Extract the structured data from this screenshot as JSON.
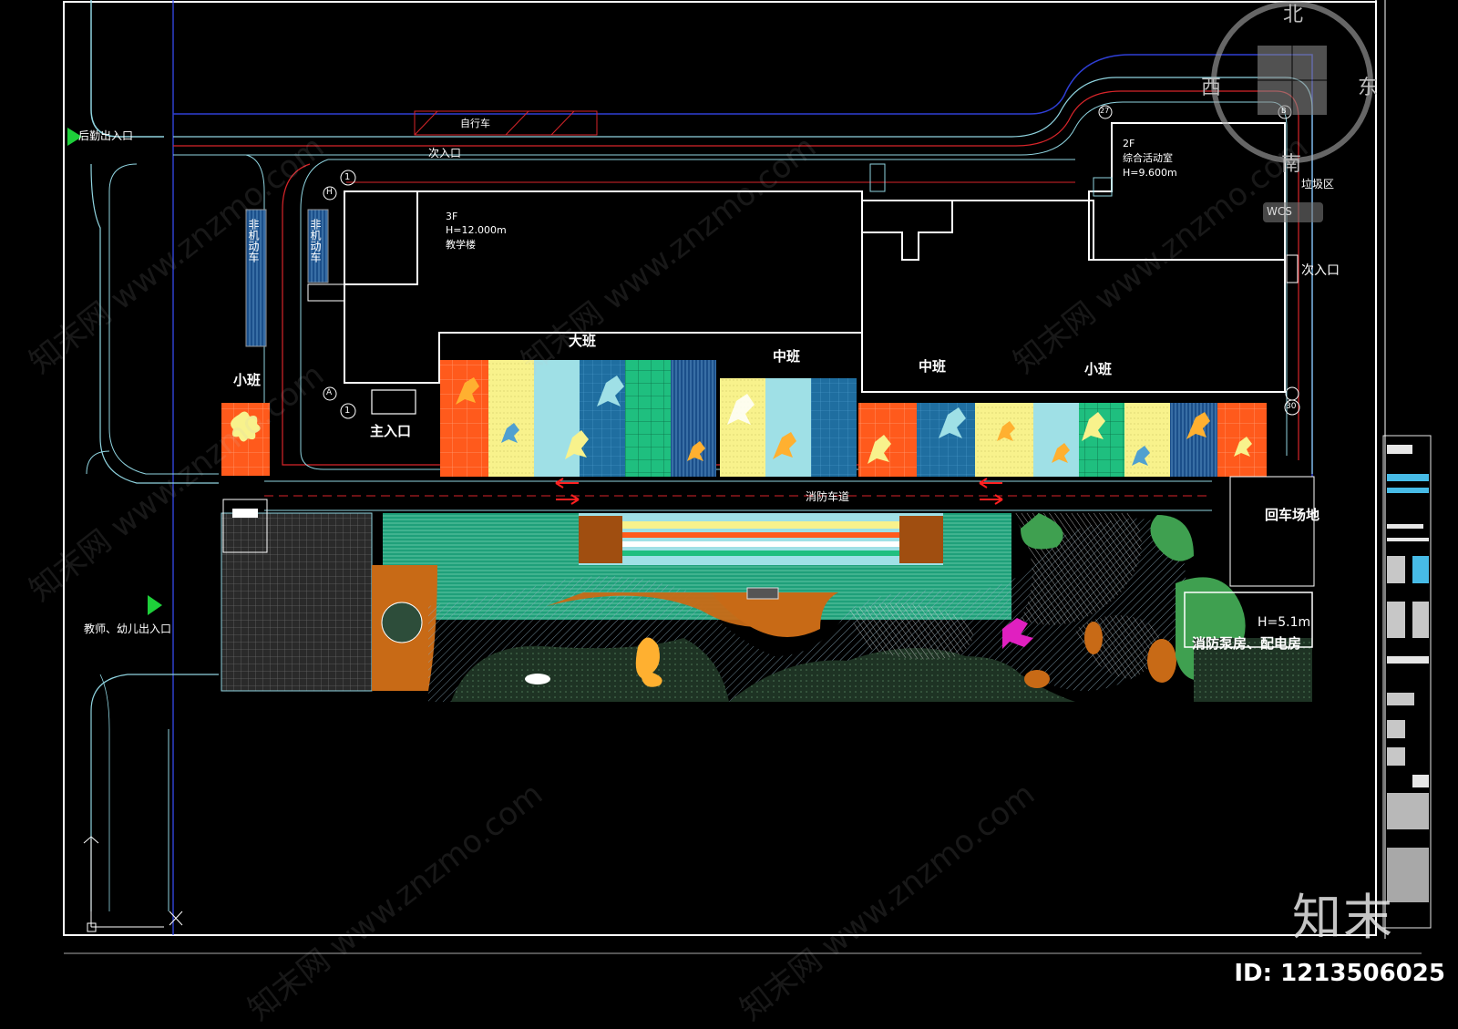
{
  "labels": {
    "rear_entrance": "后勤出入口",
    "secondary_entrance_top": "次入口",
    "secondary_entrance_right": "次入口",
    "main_entrance": "主入口",
    "teacher_child_entrance": "教师、幼儿出入口",
    "fire_lane": "消防车道",
    "turnaround": "回车场地",
    "pump_room": "消防泵房、配电房",
    "pump_room_height": "H=5.1m",
    "bike_parking": "自行车",
    "parking_left": "非机动车",
    "parking_right": "非机动车",
    "garbage": "垃圾区",
    "class_small_left": "小班",
    "class_large": "大班",
    "class_middle_1": "中班",
    "class_middle_2": "中班",
    "class_small_right": "小班",
    "building_main_floors": "3F",
    "building_main_height": "H=12.000m",
    "building_main_name": "教学楼",
    "building_ne_floors": "2F",
    "building_ne_name": "综合活动室",
    "building_ne_height": "H=9.600m",
    "axis_1_top": "1",
    "axis_1_bottom": "1",
    "axis_h": "H",
    "axis_a": "A",
    "axis_30": "30",
    "axis_27": "27",
    "axis_b": "B"
  },
  "compass": {
    "north": "北",
    "south": "南",
    "east": "东",
    "west": "西",
    "wcs": "WCS"
  },
  "watermark": {
    "text": "知末网 www.znzmo.com",
    "brand": "知末",
    "id": "ID: 1213506025"
  },
  "colors": {
    "background": "#000000",
    "line_white": "#ffffff",
    "line_red": "#d8252a",
    "line_blue": "#2f3fd6",
    "line_cyan": "#8fd4e0",
    "flag_green": "#1ecf3a",
    "orange": "#ff5a1c",
    "yellow": "#f8f28c",
    "light_blue": "#9fe0e6",
    "dark_teal": "#1f6ea0",
    "green": "#1fbf7f",
    "navy": "#1b4f8a",
    "brown_orange": "#c86a16",
    "grass": "#2d4d3a"
  }
}
